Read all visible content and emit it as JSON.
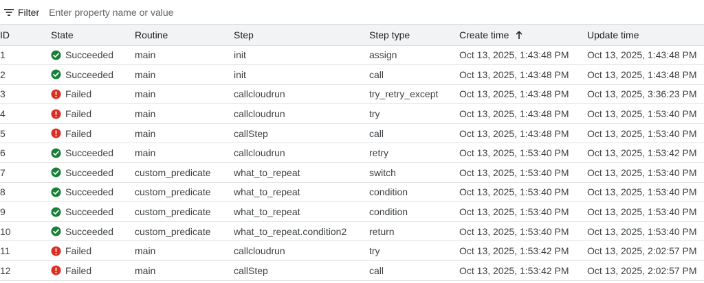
{
  "filter": {
    "label": "Filter",
    "placeholder": "Enter property name or value"
  },
  "columns": {
    "id": "ID",
    "state": "State",
    "routine": "Routine",
    "step": "Step",
    "step_type": "Step type",
    "create_time": "Create time",
    "update_time": "Update time"
  },
  "sort_icon": "arrow-upward-icon",
  "status_colors": {
    "Succeeded": "#188038",
    "Failed": "#d93025"
  },
  "rows": [
    {
      "id": "1",
      "state": "Succeeded",
      "routine": "main",
      "step": "init",
      "step_type": "assign",
      "create_time": "Oct 13, 2025, 1:43:48 PM",
      "update_time": "Oct 13, 2025, 1:43:48 PM"
    },
    {
      "id": "2",
      "state": "Succeeded",
      "routine": "main",
      "step": "init",
      "step_type": "call",
      "create_time": "Oct 13, 2025, 1:43:48 PM",
      "update_time": "Oct 13, 2025, 1:43:48 PM"
    },
    {
      "id": "3",
      "state": "Failed",
      "routine": "main",
      "step": "callcloudrun",
      "step_type": "try_retry_except",
      "create_time": "Oct 13, 2025, 1:43:48 PM",
      "update_time": "Oct 13, 2025, 3:36:23 PM"
    },
    {
      "id": "4",
      "state": "Failed",
      "routine": "main",
      "step": "callcloudrun",
      "step_type": "try",
      "create_time": "Oct 13, 2025, 1:43:48 PM",
      "update_time": "Oct 13, 2025, 1:53:40 PM"
    },
    {
      "id": "5",
      "state": "Failed",
      "routine": "main",
      "step": "callStep",
      "step_type": "call",
      "create_time": "Oct 13, 2025, 1:43:48 PM",
      "update_time": "Oct 13, 2025, 1:53:40 PM"
    },
    {
      "id": "6",
      "state": "Succeeded",
      "routine": "main",
      "step": "callcloudrun",
      "step_type": "retry",
      "create_time": "Oct 13, 2025, 1:53:40 PM",
      "update_time": "Oct 13, 2025, 1:53:42 PM"
    },
    {
      "id": "7",
      "state": "Succeeded",
      "routine": "custom_predicate",
      "step": "what_to_repeat",
      "step_type": "switch",
      "create_time": "Oct 13, 2025, 1:53:40 PM",
      "update_time": "Oct 13, 2025, 1:53:40 PM"
    },
    {
      "id": "8",
      "state": "Succeeded",
      "routine": "custom_predicate",
      "step": "what_to_repeat",
      "step_type": "condition",
      "create_time": "Oct 13, 2025, 1:53:40 PM",
      "update_time": "Oct 13, 2025, 1:53:40 PM"
    },
    {
      "id": "9",
      "state": "Succeeded",
      "routine": "custom_predicate",
      "step": "what_to_repeat",
      "step_type": "condition",
      "create_time": "Oct 13, 2025, 1:53:40 PM",
      "update_time": "Oct 13, 2025, 1:53:40 PM"
    },
    {
      "id": "10",
      "state": "Succeeded",
      "routine": "custom_predicate",
      "step": "what_to_repeat.condition2",
      "step_type": "return",
      "create_time": "Oct 13, 2025, 1:53:40 PM",
      "update_time": "Oct 13, 2025, 1:53:40 PM"
    },
    {
      "id": "11",
      "state": "Failed",
      "routine": "main",
      "step": "callcloudrun",
      "step_type": "try",
      "create_time": "Oct 13, 2025, 1:53:42 PM",
      "update_time": "Oct 13, 2025, 2:02:57 PM"
    },
    {
      "id": "12",
      "state": "Failed",
      "routine": "main",
      "step": "callStep",
      "step_type": "call",
      "create_time": "Oct 13, 2025, 1:53:42 PM",
      "update_time": "Oct 13, 2025, 2:02:57 PM"
    }
  ]
}
